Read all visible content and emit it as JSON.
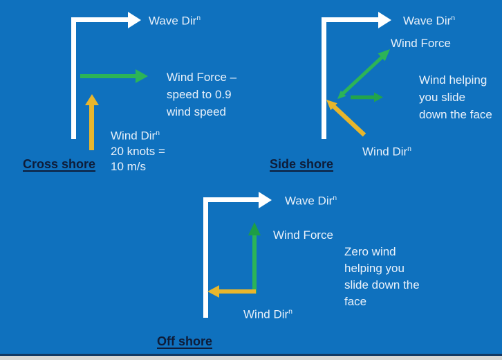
{
  "slide": {
    "background": "#0f71be",
    "footer_line_color": "#123963",
    "footer_strip_color": "#d8d8d5"
  },
  "colors": {
    "arrow_white": "#ffffff",
    "arrow_green": "#2cb457",
    "arrow_green_dark": "#1d9e46",
    "arrow_green_muted": "#22a44c",
    "arrow_yellow": "#e8b62c",
    "body_text": "#e9f1fa",
    "title_text": "#0e1c38"
  },
  "cross": {
    "title": "Cross shore",
    "wave": {
      "text": "Wave Dir",
      "sup": "n"
    },
    "force_line1": "Wind Force –",
    "force_line2": "speed to 0.9",
    "force_line3": "wind speed",
    "dir": {
      "text": "Wind Dir",
      "sup": "n"
    },
    "dir_line2": "20 knots =",
    "dir_line3": "10 m/s"
  },
  "side": {
    "title": "Side shore",
    "wave": {
      "text": "Wave Dir",
      "sup": "n"
    },
    "force": "Wind Force",
    "dir": {
      "text": "Wind Dir",
      "sup": "n"
    },
    "note_line1": "Wind helping",
    "note_line2": "you slide",
    "note_line3": "down the face"
  },
  "off": {
    "title": "Off shore",
    "wave": {
      "text": "Wave Dir",
      "sup": "n"
    },
    "force": "Wind Force",
    "dir": {
      "text": "Wind Dir",
      "sup": "n"
    },
    "note_line1": "Zero wind",
    "note_line2": "helping you",
    "note_line3": "slide down the",
    "note_line4": "face"
  }
}
